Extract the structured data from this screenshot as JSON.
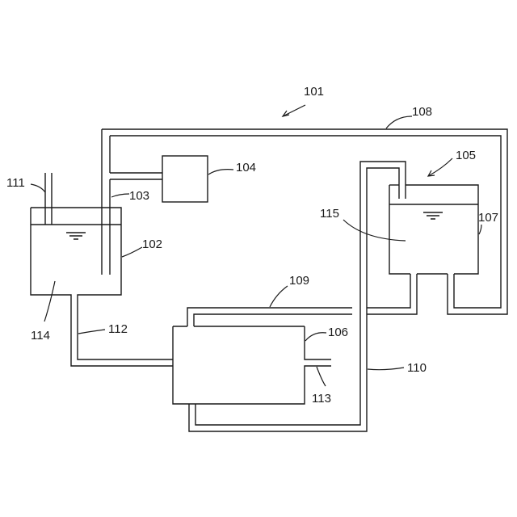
{
  "labels": {
    "l101": "101",
    "l102": "102",
    "l103": "103",
    "l104": "104",
    "l105": "105",
    "l106": "106",
    "l107": "107",
    "l108": "108",
    "l109": "109",
    "l110": "110",
    "l111": "111",
    "l112": "112",
    "l113": "113",
    "l114": "114",
    "l115": "115"
  }
}
